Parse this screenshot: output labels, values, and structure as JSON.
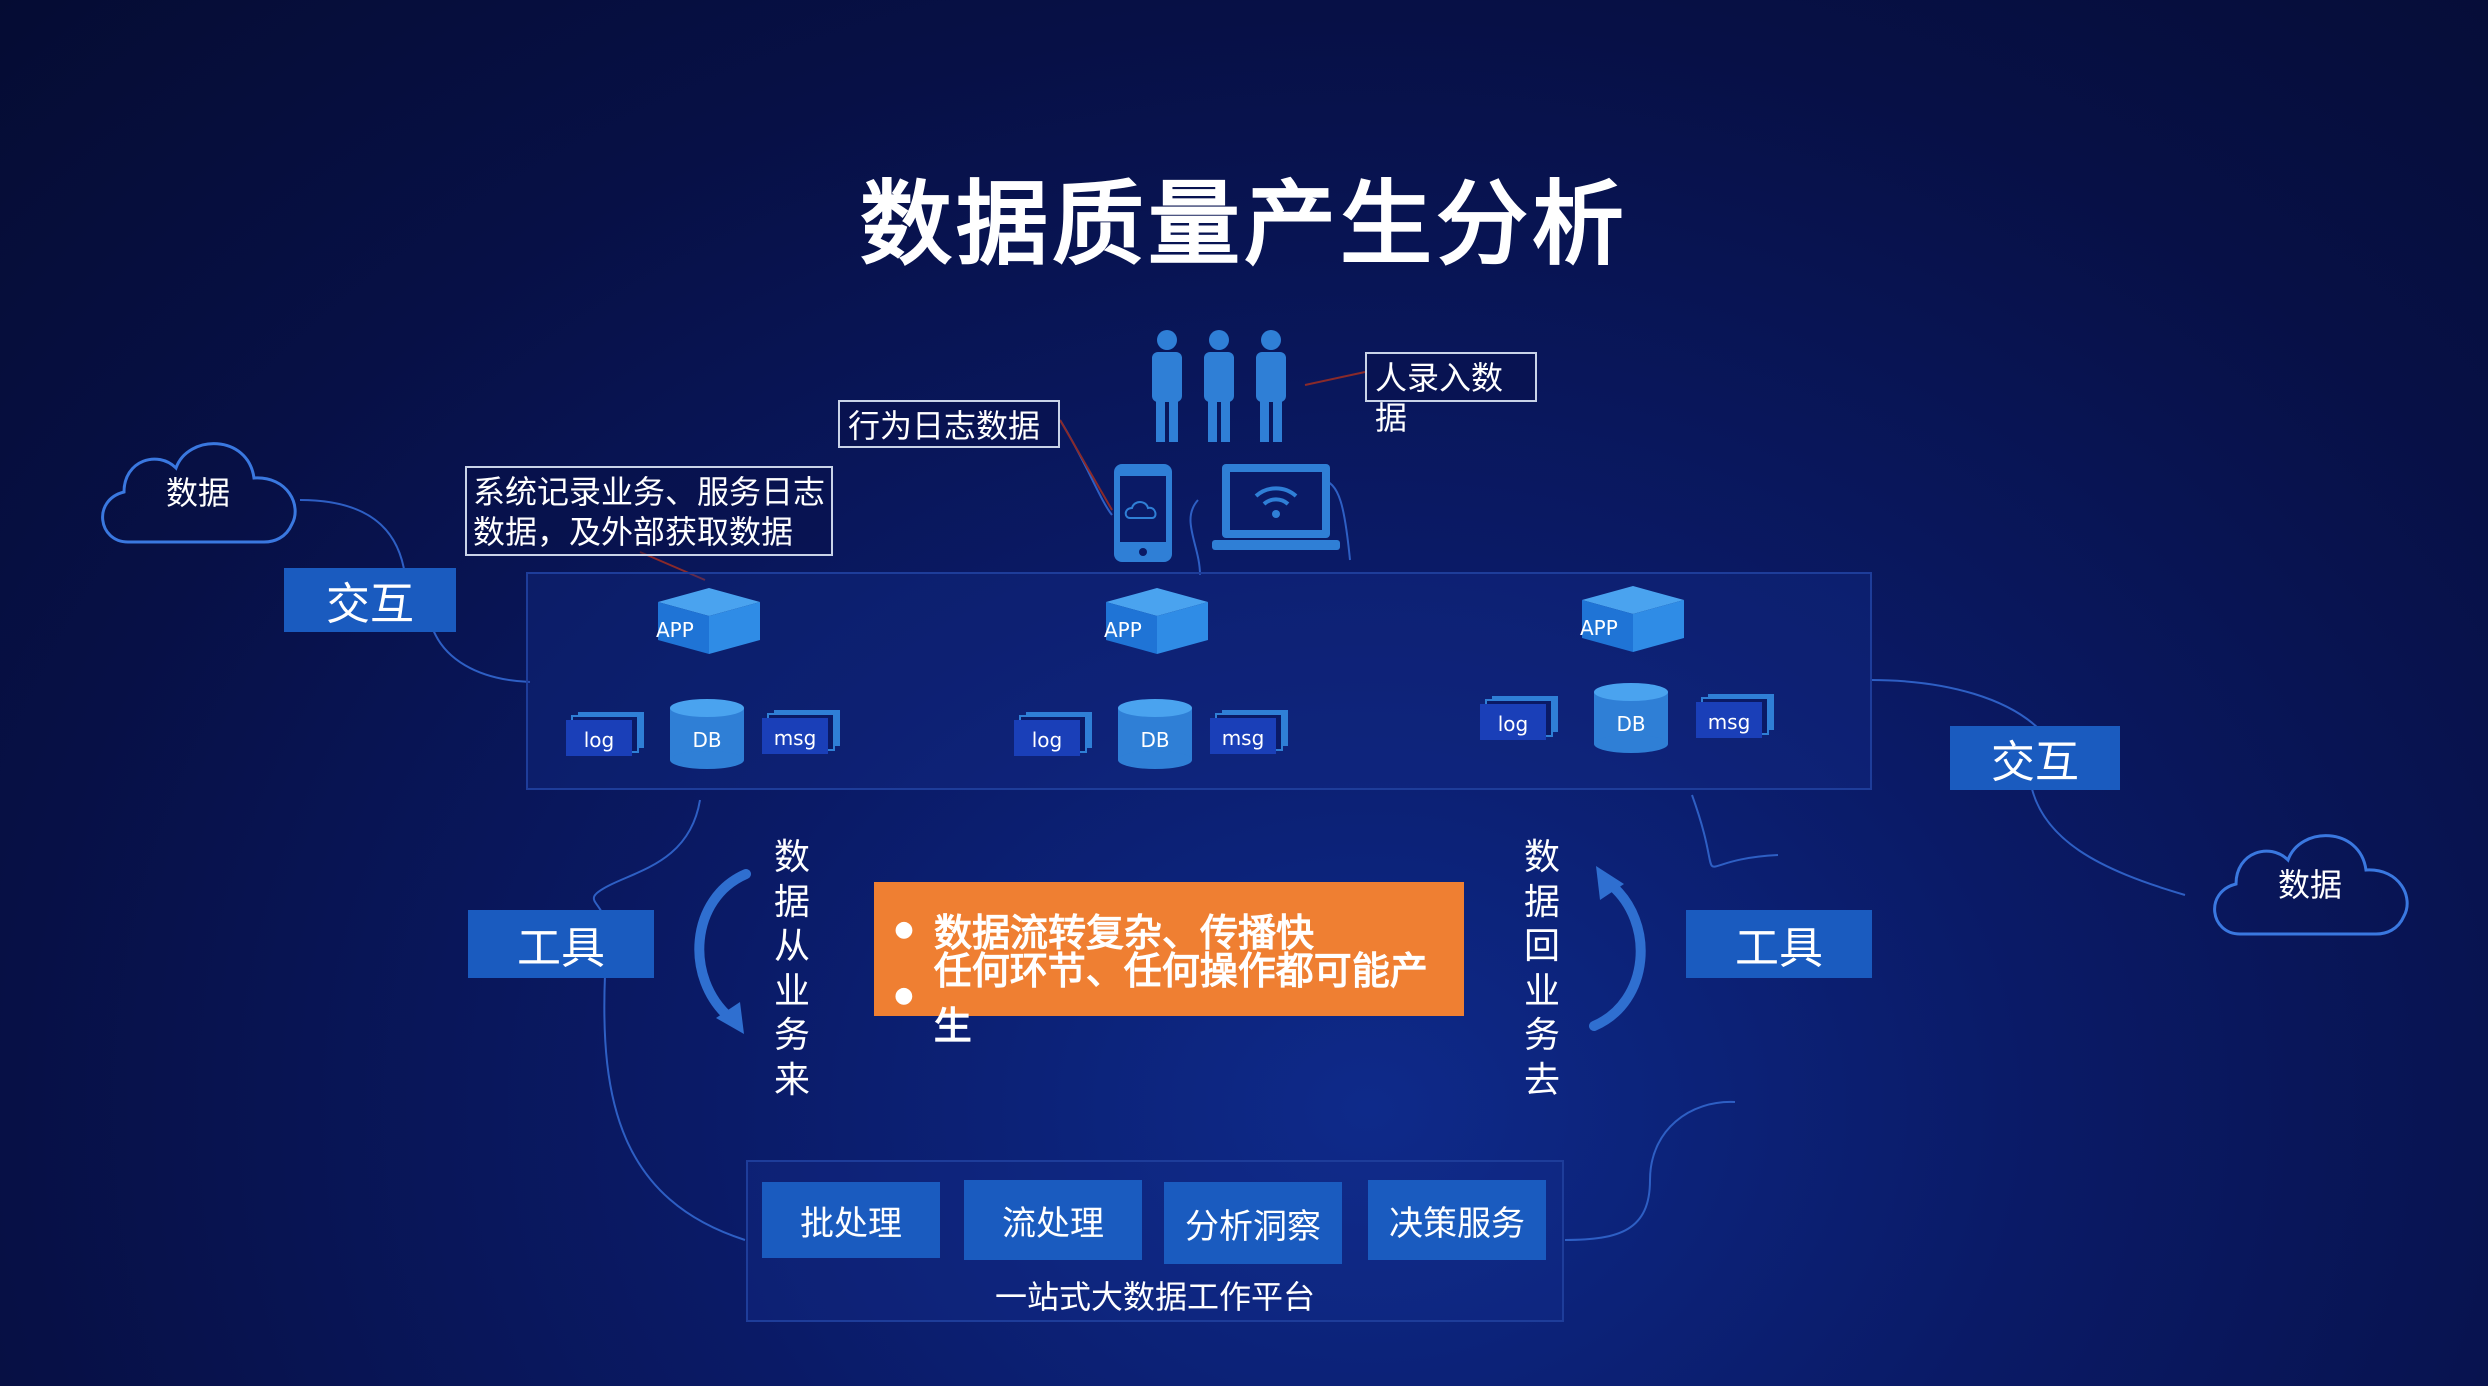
{
  "title": "数据质量产生分析",
  "clouds": {
    "left": "数据",
    "right": "数据"
  },
  "interaction": {
    "left": "交互",
    "right": "交互"
  },
  "tools": {
    "left": "工具",
    "right": "工具"
  },
  "callouts": {
    "human_entry": "人录入数据",
    "behavior_log": "行为日志数据",
    "system_record": [
      "系统记录业务、服务日志",
      "数据，及外部获取数据"
    ]
  },
  "app_groups": [
    {
      "app": "APP",
      "log": "log",
      "db": "DB",
      "msg": "msg"
    },
    {
      "app": "APP",
      "log": "log",
      "db": "DB",
      "msg": "msg"
    },
    {
      "app": "APP",
      "log": "log",
      "db": "DB",
      "msg": "msg"
    }
  ],
  "vertical": {
    "left": [
      "数",
      "据",
      "从",
      "业",
      "务",
      "来"
    ],
    "right": [
      "数",
      "据",
      "回",
      "业",
      "务",
      "去"
    ]
  },
  "highlights": [
    "数据流转复杂、传播快",
    "任何环节、任何操作都可能产生"
  ],
  "platform": {
    "tiles": [
      "批处理",
      "流处理",
      "分析洞察",
      "决策服务"
    ],
    "label": "一站式大数据工作平台"
  },
  "colors": {
    "accent_blue": "#1a5bbf",
    "orange": "#ef7f32",
    "background": "#071046",
    "icon_blue": "#2f7fd6"
  }
}
